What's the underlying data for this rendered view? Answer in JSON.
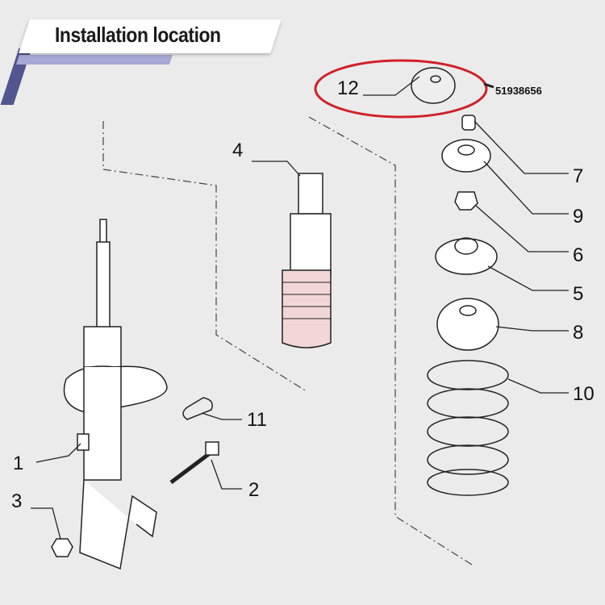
{
  "header": {
    "title": "Installation location"
  },
  "highlight": {
    "part_label": "12",
    "part_number": "51938656",
    "color": "#d0202a"
  },
  "callouts": [
    {
      "id": "1"
    },
    {
      "id": "2"
    },
    {
      "id": "3"
    },
    {
      "id": "4"
    },
    {
      "id": "5"
    },
    {
      "id": "6"
    },
    {
      "id": "7"
    },
    {
      "id": "8"
    },
    {
      "id": "9"
    },
    {
      "id": "10"
    },
    {
      "id": "11"
    }
  ],
  "colors": {
    "background": "#ebebeb",
    "banner_accent": "#53558e",
    "banner_shadow": "#a9a9d6",
    "boot_tint": "#f3d6d6"
  }
}
